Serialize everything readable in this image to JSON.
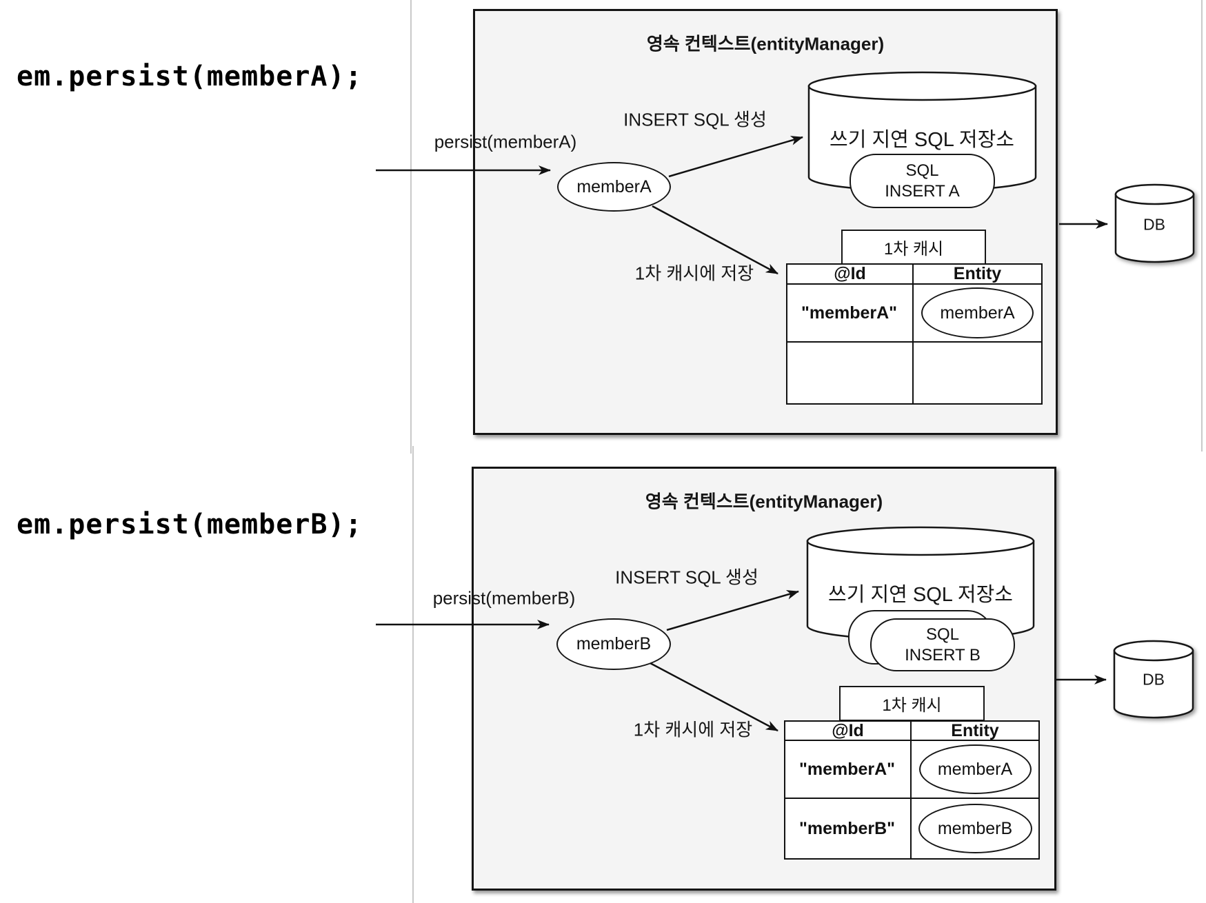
{
  "colors": {
    "panel_bg": "#f4f4f4",
    "stroke": "#111111",
    "divider": "#c9c9c9"
  },
  "code": {
    "line_a": "em.persist(memberA);",
    "line_b": "em.persist(memberB);"
  },
  "panels": [
    {
      "title": "영속 컨텍스트(entityManager)",
      "persist_label": "persist(memberA)",
      "insert_sql_label": "INSERT SQL 생성",
      "entity_ellipse": "memberA",
      "store_title": "쓰기 지연 SQL 저장소",
      "sql_cards": [
        {
          "line1": "SQL",
          "line2": "INSERT A"
        }
      ],
      "first_cache_label": "1차 캐시",
      "save_cache_label": "1차 캐시에 저장",
      "table": {
        "headers": [
          "@Id",
          "Entity"
        ],
        "rows": [
          {
            "id": "\"memberA\"",
            "entity": "memberA"
          },
          {
            "id": "",
            "entity": ""
          }
        ]
      },
      "db_label": "DB"
    },
    {
      "title": "영속 컨텍스트(entityManager)",
      "persist_label": "persist(memberB)",
      "insert_sql_label": "INSERT SQL 생성",
      "entity_ellipse": "memberB",
      "store_title": "쓰기 지연 SQL 저장소",
      "sql_cards": [
        {
          "line1": "",
          "line2": ""
        },
        {
          "line1": "SQL",
          "line2": "INSERT B"
        }
      ],
      "first_cache_label": "1차 캐시",
      "save_cache_label": "1차 캐시에 저장",
      "table": {
        "headers": [
          "@Id",
          "Entity"
        ],
        "rows": [
          {
            "id": "\"memberA\"",
            "entity": "memberA"
          },
          {
            "id": "\"memberB\"",
            "entity": "memberB"
          }
        ]
      },
      "db_label": "DB"
    }
  ]
}
